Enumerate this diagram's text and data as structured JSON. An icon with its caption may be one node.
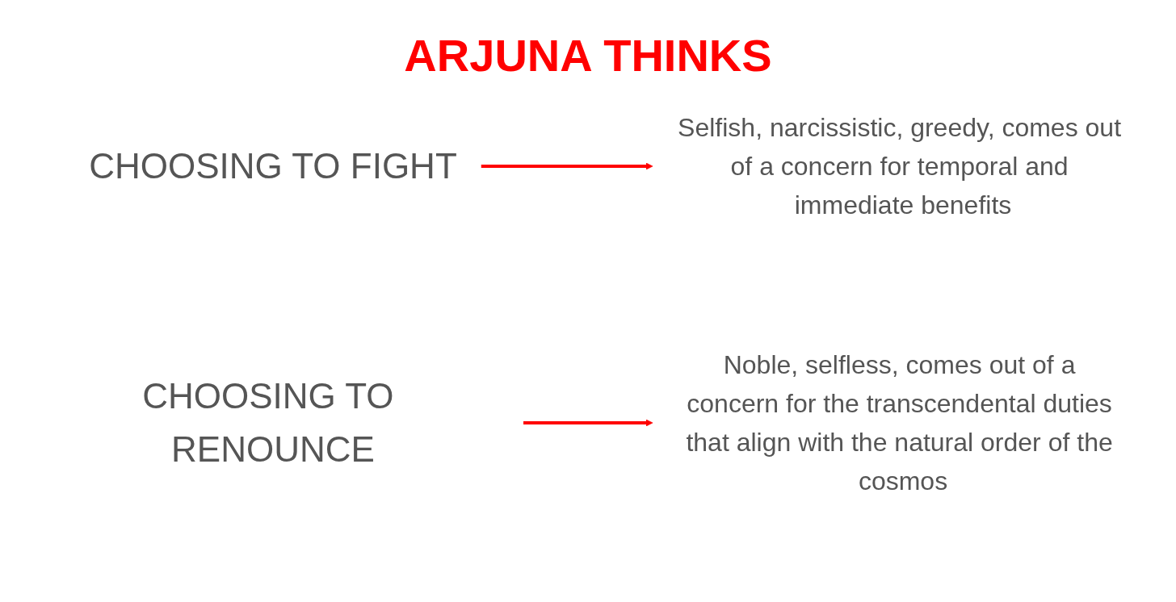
{
  "diagram": {
    "title": "ARJUNA THINKS",
    "nodes": [
      {
        "text": [
          "CHOOSING TO FIGHT"
        ]
      },
      {
        "text": [
          "Selfish, narcissistic, greedy, comes out of a concern for temporal and immediate benefits"
        ]
      },
      {
        "text": [
          "CHOOSING TO RENOUNCE"
        ]
      },
      {
        "text": [
          "Noble, selfless, comes out of a concern for the transcendental duties that align with the natural order of the cosmos"
        ]
      }
    ],
    "edges": [
      {
        "from": 0,
        "to": 1,
        "arrow": "to"
      },
      {
        "from": 2,
        "to": 3,
        "arrow": "to"
      }
    ]
  }
}
